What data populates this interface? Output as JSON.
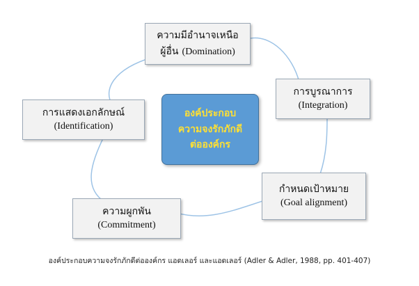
{
  "center": {
    "lines": [
      "องค์ประกอบ",
      "ความจงรักภักดี",
      "ต่อองค์กร"
    ]
  },
  "components": [
    {
      "thai": "ความมีอำนาจเหนือ",
      "thai2": "ผู้อื่น",
      "english": "(Domination)"
    },
    {
      "thai": "การบูรณาการ",
      "english": "(Integration)"
    },
    {
      "thai": "กำหนดเป้าหมาย",
      "english": "(Goal alignment)"
    },
    {
      "thai": "ความผูกพัน",
      "english": "(Commitment)"
    },
    {
      "thai": "การแสดงเอกลักษณ์",
      "english": "(Identification)"
    }
  ],
  "caption": "องค์ประกอบความจงรักภักดีต่อองค์กร แอดเลอร์ และแอดเลอร์ (Adler & Adler, 1988, pp. 401-407)",
  "colors": {
    "center_fill": "#5b9bd5",
    "center_text": "#ffe033",
    "box_fill": "#f2f2f2",
    "ring": "#9dc3e6"
  }
}
